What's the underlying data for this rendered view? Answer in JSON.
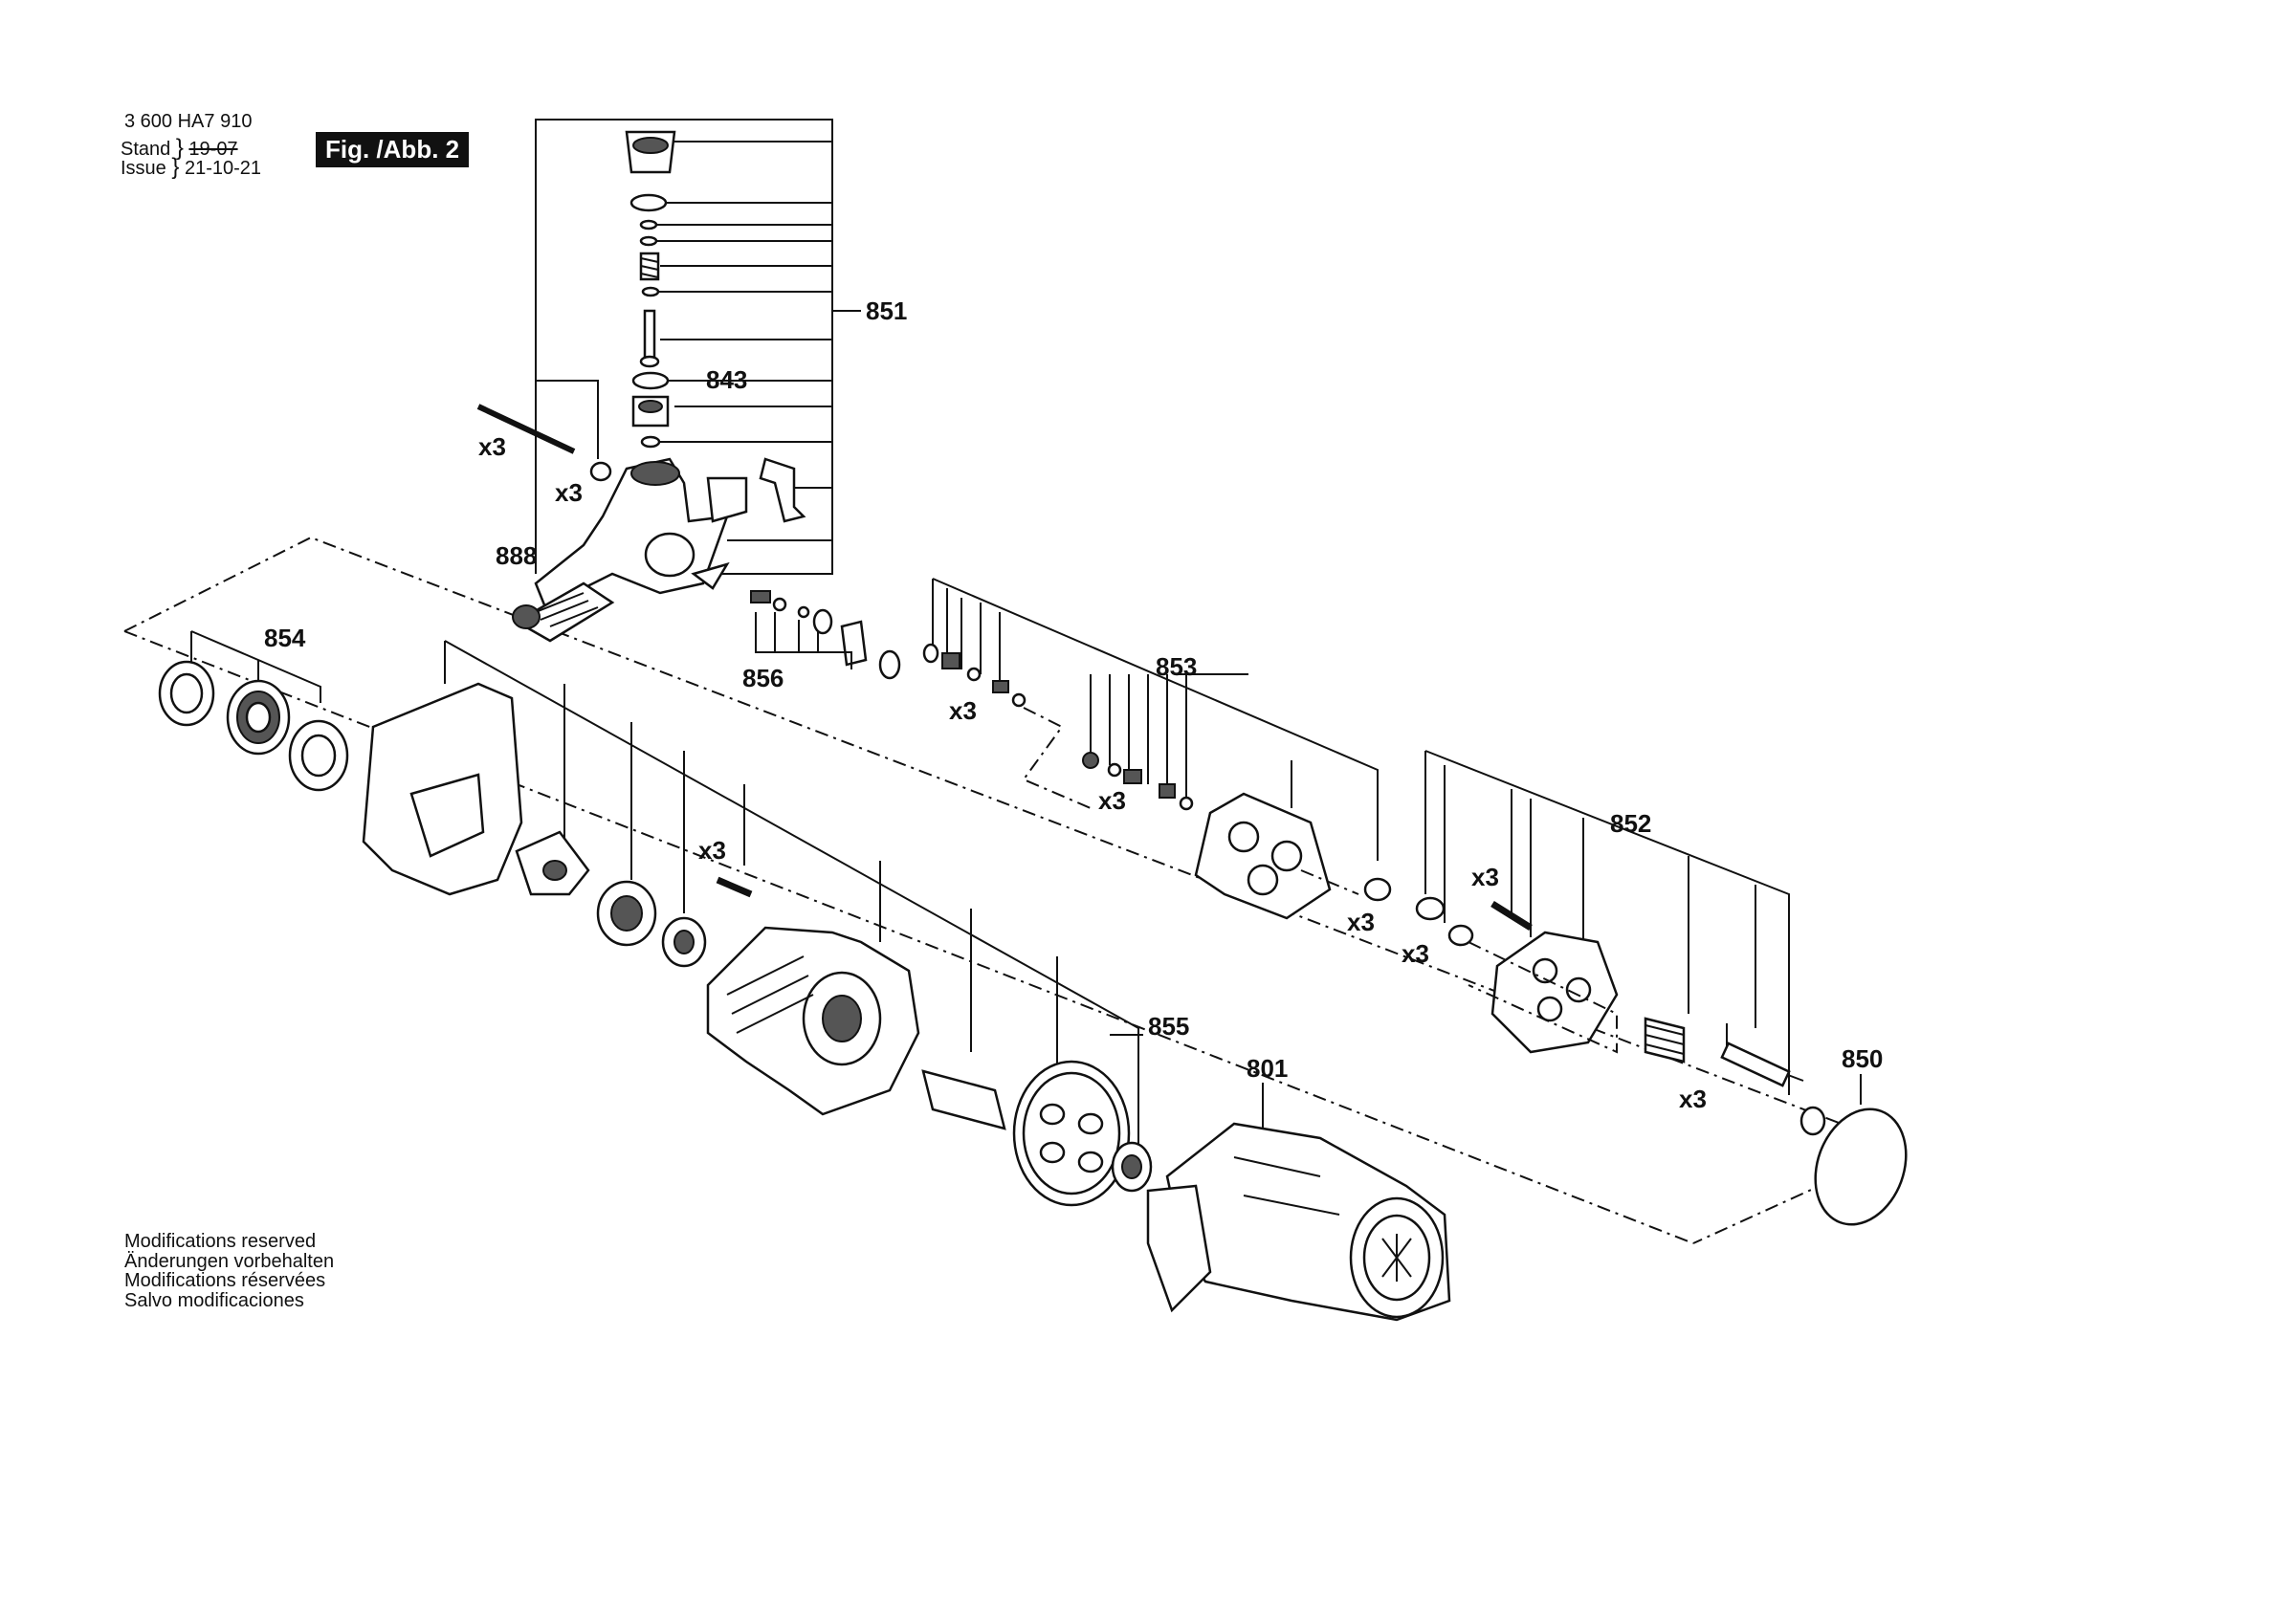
{
  "header": {
    "part_number": "3 600 HA7 910",
    "stand_label": "Stand",
    "stand_value_struck": "19-07",
    "issue_label": "Issue",
    "issue_value": "21-10-21",
    "figure_label": "Fig. /Abb. 2"
  },
  "callouts": {
    "c851": "851",
    "c843": "843",
    "c888": "888",
    "c854": "854",
    "c856": "856",
    "c853": "853",
    "c852": "852",
    "c855": "855",
    "c801": "801",
    "c850": "850"
  },
  "quantity_marks": {
    "q1": "x3",
    "q2": "x3",
    "q3": "x3",
    "q4": "x3",
    "q5": "x3",
    "q6": "x3",
    "q7": "x3",
    "q8": "x3",
    "q9": "x3"
  },
  "notes": [
    "Modifications reserved",
    "Änderungen vorbehalten",
    "Modifications réservées",
    "Salvo modificaciones"
  ]
}
